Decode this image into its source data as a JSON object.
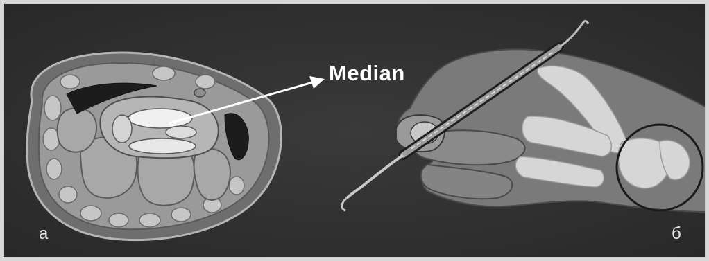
{
  "labels": {
    "median": "Median",
    "panel_a": "а",
    "panel_b": "б"
  },
  "colors": {
    "background": "#2e2e2e",
    "tissue": "#9a9a9a",
    "tendon": "#dcdcdc",
    "bone": "#d2d2d2",
    "hand": "#7a7a7a"
  }
}
